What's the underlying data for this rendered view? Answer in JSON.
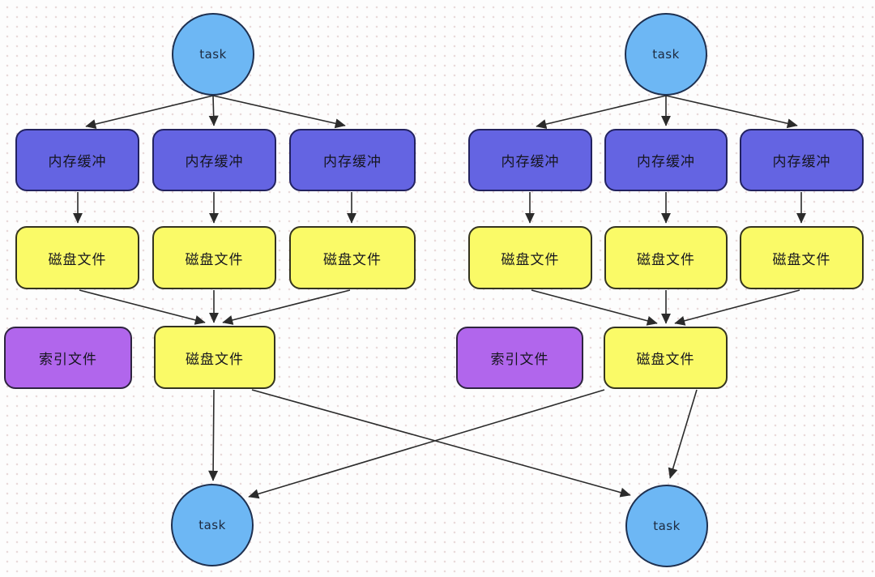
{
  "palette": {
    "dot_color": "#e9dada",
    "arrow_color": "#2b2b2b",
    "task_fill": "#6db7f4",
    "task_stroke": "#1e3050",
    "task_label_color": "#1d2a3f",
    "buffer_fill": "#6464e2",
    "buffer_stroke": "#222260",
    "disk_fill": "#fafa67",
    "disk_stroke": "#34341f",
    "index_fill": "#b166ec",
    "index_stroke": "#2e2440",
    "label_color": "#15151e"
  },
  "clusters": [
    {
      "id": "left",
      "task_top": "task",
      "memory_buffers": [
        "内存缓冲",
        "内存缓冲",
        "内存缓冲"
      ],
      "disk_files": [
        "磁盘文件",
        "磁盘文件",
        "磁盘文件"
      ],
      "index_file": "索引文件",
      "merged_disk_file": "磁盘文件",
      "task_bottom": "task"
    },
    {
      "id": "right",
      "task_top": "task",
      "memory_buffers": [
        "内存缓冲",
        "内存缓冲",
        "内存缓冲"
      ],
      "disk_files": [
        "磁盘文件",
        "磁盘文件",
        "磁盘文件"
      ],
      "index_file": "索引文件",
      "merged_disk_file": "磁盘文件",
      "task_bottom": "task"
    }
  ]
}
